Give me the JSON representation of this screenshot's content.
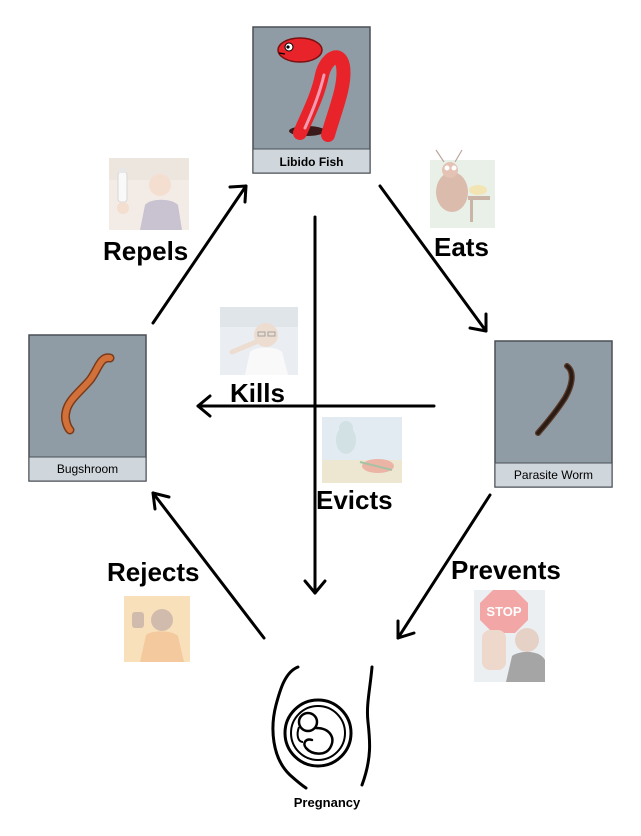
{
  "nodes": {
    "libido_fish": {
      "label": "Libido Fish"
    },
    "bugshroom": {
      "label": "Bugshroom"
    },
    "parasite_worm": {
      "label": "Parasite Worm"
    },
    "pregnancy": {
      "label": "Pregnancy"
    }
  },
  "edges": {
    "repels": {
      "label": "Repels"
    },
    "eats": {
      "label": "Eats"
    },
    "kills": {
      "label": "Kills"
    },
    "evicts": {
      "label": "Evicts"
    },
    "rejects": {
      "label": "Rejects"
    },
    "prevents": {
      "label": "Prevents"
    },
    "stop_sign": {
      "label": "STOP"
    }
  },
  "colors": {
    "card_fill": "#8f9ca6",
    "card_border": "#4a4f55",
    "caption_fill": "#cfd6dc",
    "fish_red": "#e8232a",
    "fish_pink": "#f29ab0",
    "worm_orange": "#d2703a",
    "worm_dark": "#2a1b14",
    "arrow": "#000000"
  }
}
